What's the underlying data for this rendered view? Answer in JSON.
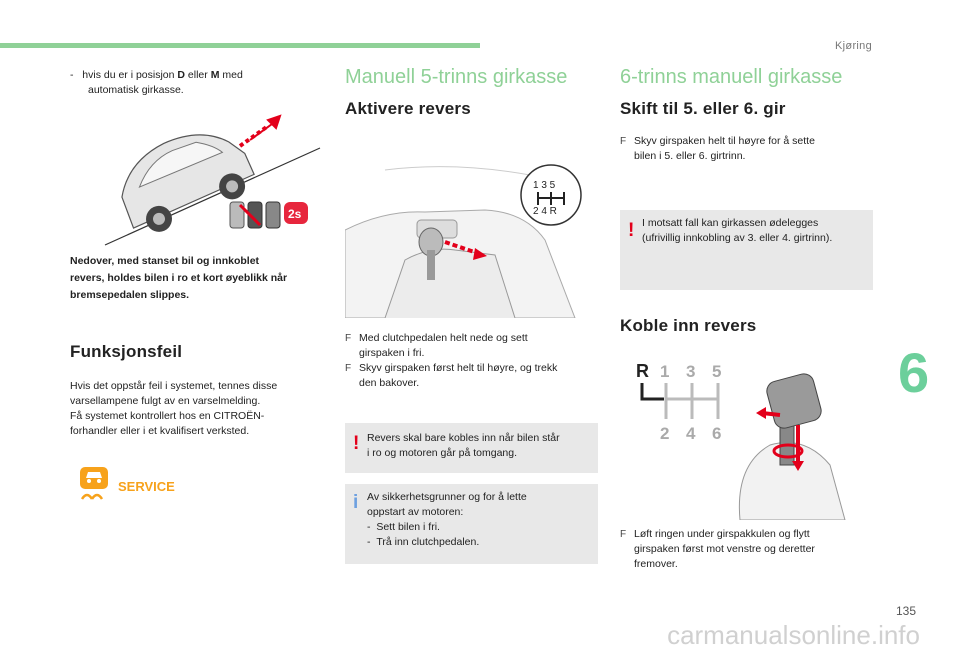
{
  "header": {
    "section": "Kjøring"
  },
  "chapter_number": "6",
  "page_number": "135",
  "watermark": "carmanualsonline.info",
  "col1": {
    "intro_dash": "-",
    "intro_a": "hvis du er i posisjon ",
    "intro_d": "D",
    "intro_b": " eller ",
    "intro_m": "M",
    "intro_c": " med",
    "intro_line2": "automatisk girkasse.",
    "hill_timer": "2s",
    "caption": [
      "Nedover, med stanset bil og innkoblet",
      "revers, holdes bilen i ro et kort øyeblikk når",
      "bremsepedalen slippes."
    ],
    "heading": "Funksjonsfeil",
    "para": [
      "Hvis det oppstår feil i systemet, tennes disse",
      "varsellampene fulgt av en varselmelding.",
      "Få systemet kontrollert hos en CITROËN-",
      "forhandler eller i et kvalifisert verksted."
    ],
    "service_label": "SERVICE"
  },
  "col2": {
    "title": "Manuell 5-trinns girkasse",
    "subtitle": "Aktivere revers",
    "gate_top": "1 3 5",
    "gate_bottom": "2 4 R",
    "bullets": [
      {
        "sym": "F",
        "lines": [
          "Med clutchpedalen helt nede og sett",
          "girspaken i fri."
        ]
      },
      {
        "sym": "F",
        "lines": [
          "Skyv girspaken først helt til høyre, og trekk",
          "den bakover."
        ]
      }
    ],
    "warning": [
      "Revers skal bare kobles inn når bilen står",
      "i ro og motoren går på tomgang."
    ],
    "info_lines": [
      "Av sikkerhetsgrunner og for å lette",
      "oppstart av motoren:"
    ],
    "info_items": [
      "Sett bilen i fri.",
      "Trå inn clutchpedalen."
    ],
    "warn_mark": "!",
    "info_mark": "i",
    "dash": "-"
  },
  "col3": {
    "title": "6-trinns manuell girkasse",
    "subtitle1": "Skift til 5. eller 6. gir",
    "bullet1": {
      "sym": "F",
      "lines": [
        "Skyv girspaken helt til høyre for å sette",
        "bilen i 5. eller 6. girtrinn."
      ]
    },
    "warning": [
      "I motsatt fall kan girkassen ødelegges",
      "(ufrivillig innkobling av 3. eller 4. girtrinn)."
    ],
    "subtitle2": "Koble inn revers",
    "gate": {
      "r": "R",
      "n1": "1",
      "n3": "3",
      "n5": "5",
      "n2": "2",
      "n4": "4",
      "n6": "6"
    },
    "bullet2": {
      "sym": "F",
      "lines": [
        "Løft ringen under girspakkulen og flytt",
        "girspaken først mot venstre og deretter",
        "fremover."
      ]
    },
    "warn_mark": "!"
  }
}
